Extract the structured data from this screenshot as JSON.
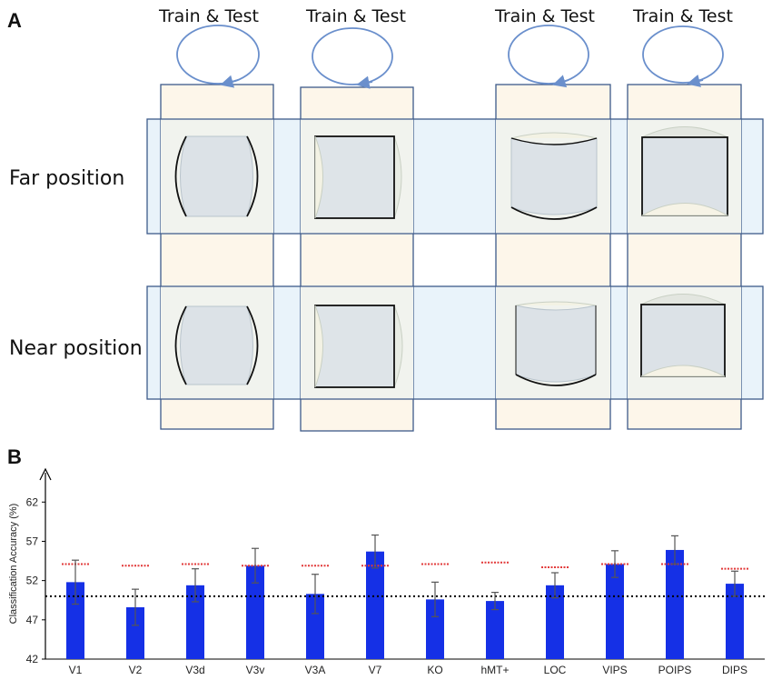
{
  "panel_a": {
    "letter": "A",
    "column_label": "Train & Test",
    "rows": [
      "Far position",
      "Near position"
    ]
  },
  "panel_b": {
    "letter": "B"
  },
  "colors": {
    "bar": "#1530e6",
    "frame": "#3d5a8a",
    "arrow": "#6a8fcc",
    "chance_line": "#000000",
    "threshold": "#e23a3a"
  },
  "chart_data": {
    "type": "bar",
    "ylabel": "Classification Accuracy (%)",
    "ylim": [
      42,
      64
    ],
    "yticks": [
      42,
      47,
      52,
      57,
      62
    ],
    "categories": [
      "V1",
      "V2",
      "V3d",
      "V3v",
      "V3A",
      "V7",
      "KO",
      "hMT+",
      "LOC",
      "VIPS",
      "POIPS",
      "DIPS"
    ],
    "values": [
      51.8,
      48.6,
      51.4,
      53.9,
      50.3,
      55.7,
      49.6,
      49.4,
      51.4,
      54.1,
      55.9,
      51.6
    ],
    "error": [
      2.8,
      2.3,
      2.1,
      2.2,
      2.5,
      2.1,
      2.2,
      1.1,
      1.6,
      1.7,
      1.8,
      1.6
    ],
    "chance_level": 50,
    "significance_thresholds": [
      54.1,
      53.9,
      54.1,
      53.9,
      53.9,
      53.9,
      54.1,
      54.3,
      53.7,
      54.1,
      54.1,
      53.5
    ],
    "grid": false
  }
}
